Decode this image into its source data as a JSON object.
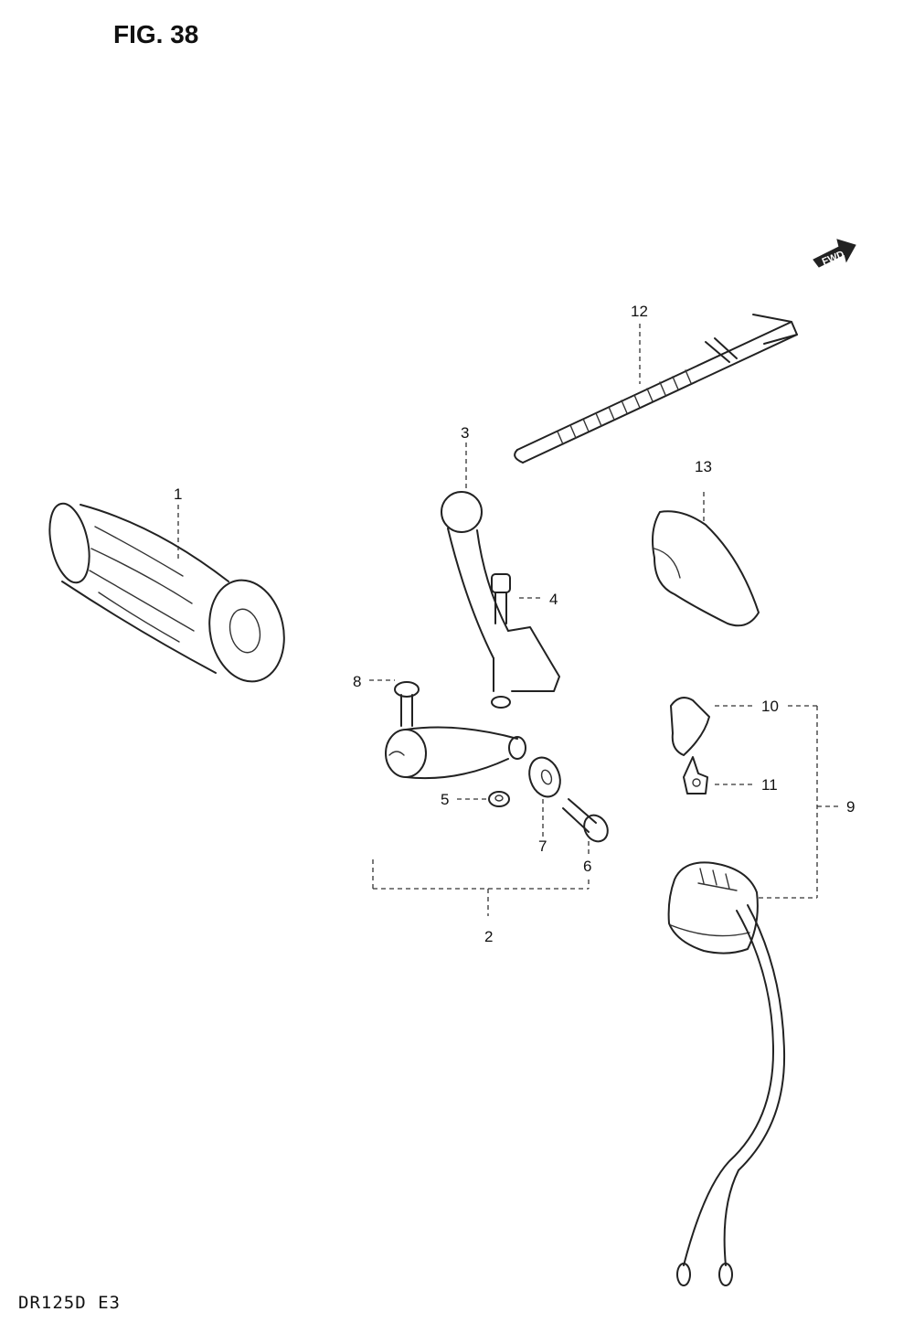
{
  "figure": {
    "title": "FIG. 38",
    "footer": "DR125D  E3",
    "direction_label": "FWD"
  },
  "callouts": {
    "p1": "1",
    "p2": "2",
    "p3": "3",
    "p4": "4",
    "p5": "5",
    "p6": "6",
    "p7": "7",
    "p8": "8",
    "p9": "9",
    "p10": "10",
    "p11": "11",
    "p12": "12",
    "p13": "13"
  }
}
